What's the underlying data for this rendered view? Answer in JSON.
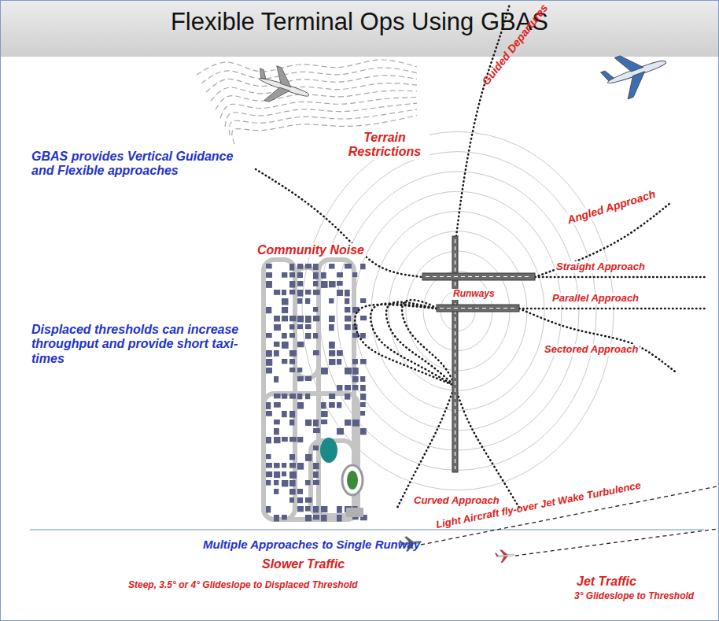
{
  "diagram": {
    "title": "Flexible Terminal Ops Using GBAS",
    "labels": [
      "GBAS provides Vertical Guidance and Flexible approaches",
      "Terrain Restrictions",
      "Guided Departures",
      "Angled Approach",
      "Community Noise",
      "Straight Approach",
      "Runways",
      "Parallel Approach",
      "Sectored Approach",
      "Displaced thresholds can increase throughput and provide short taxi-times",
      "Curved Approach",
      "Multiple Approaches to Single Runway",
      "Light Aircraft fly-over Jet Wake Turbulence",
      "Slower Traffic",
      "Steep, 3.5° or 4° Glideslope to Displaced Threshold",
      "Jet Traffic",
      "3° Glideslope to Threshold"
    ]
  }
}
